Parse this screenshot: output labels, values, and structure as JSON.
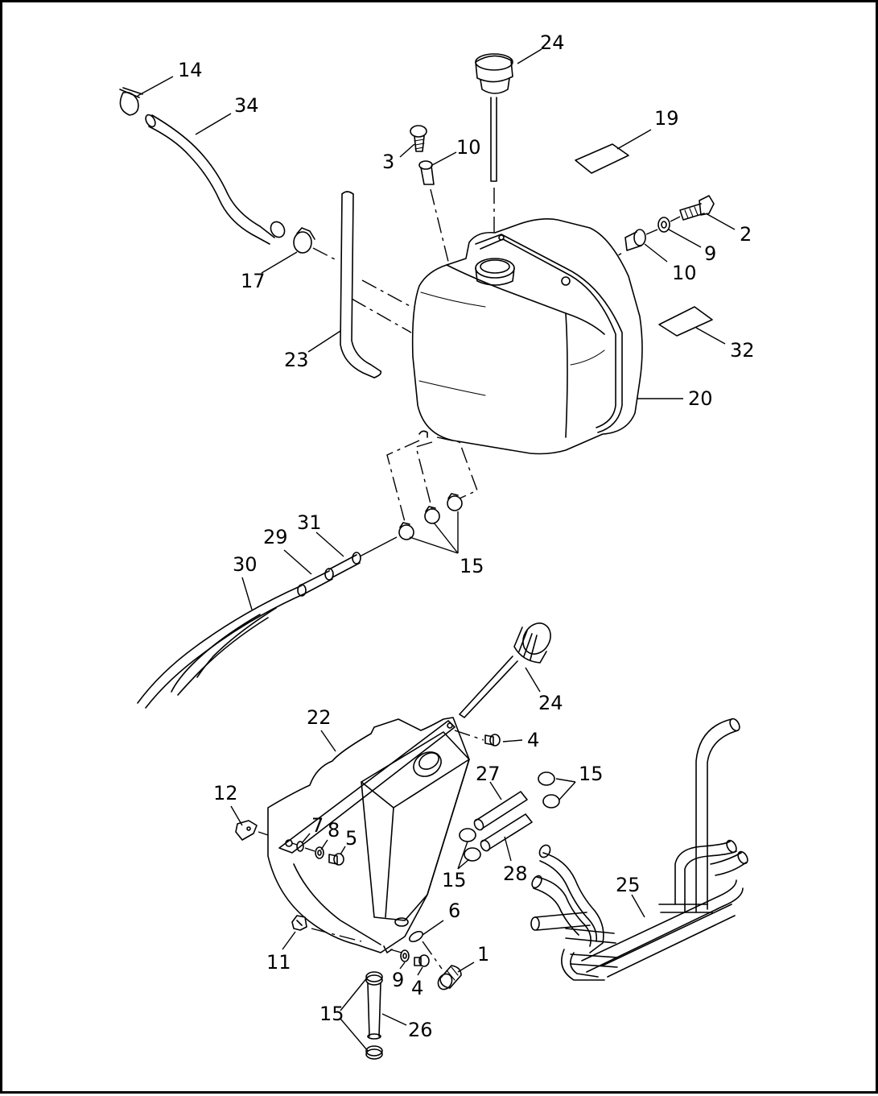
{
  "labels": {
    "l14": "14",
    "l34": "34",
    "l24a": "24",
    "l19": "19",
    "l3": "3",
    "l10a": "10",
    "l2": "2",
    "l9a": "9",
    "l10b": "10",
    "l17": "17",
    "l23": "23",
    "l32": "32",
    "l20": "20",
    "l31": "31",
    "l29": "29",
    "l30": "30",
    "l15a": "15",
    "l24b": "24",
    "l22": "22",
    "l4a": "4",
    "l27": "27",
    "l15b": "15",
    "l12": "12",
    "l7": "7",
    "l8": "8",
    "l5": "5",
    "l15c": "15",
    "l28": "28",
    "l25": "25",
    "l6": "6",
    "l1": "1",
    "l11": "11",
    "l9b": "9",
    "l4b": "4",
    "l15d": "15",
    "l26": "26"
  }
}
